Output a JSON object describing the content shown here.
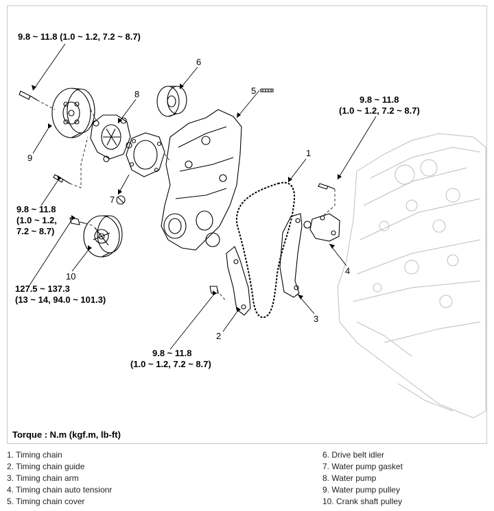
{
  "torque_labels": {
    "t_pulley_top": "9.8 ~ 11.8 (1.0 ~ 1.2, 7.2 ~ 8.7)",
    "t_right_1": "9.8 ~ 11.8",
    "t_right_2": "(1.0 ~ 1.2, 7.2 ~ 8.7)",
    "t_left_1": "9.8 ~ 11.8",
    "t_left_2": "(1.0 ~ 1.2,",
    "t_left_3": "7.2 ~ 8.7)",
    "t_crank_1": "127.5 ~ 137.3",
    "t_crank_2": "(13 ~ 14, 94.0 ~ 101.3)",
    "t_bottom_1": "9.8 ~ 11.8",
    "t_bottom_2": "(1.0 ~ 1.2, 7.2 ~ 8.7)"
  },
  "callouts": {
    "n1": "1",
    "n2": "2",
    "n3": "3",
    "n4": "4",
    "n5": "5",
    "n6": "6",
    "n7": "7",
    "n8": "8",
    "n9": "9",
    "n10": "10"
  },
  "torque_unit_note": "Torque : N.m (kgf.m, lb-ft)",
  "legend_left": [
    "1. Timing chain",
    "2. Timing chain guide",
    "3. Timing chain arm",
    "4. Timing chain auto tensionr",
    "5. Timing chain cover"
  ],
  "legend_right": [
    "6. Drive belt idler",
    "7. Water pump gasket",
    "8. Water pump",
    "9. Water pump pulley",
    "10. Crank shaft pulley"
  ]
}
